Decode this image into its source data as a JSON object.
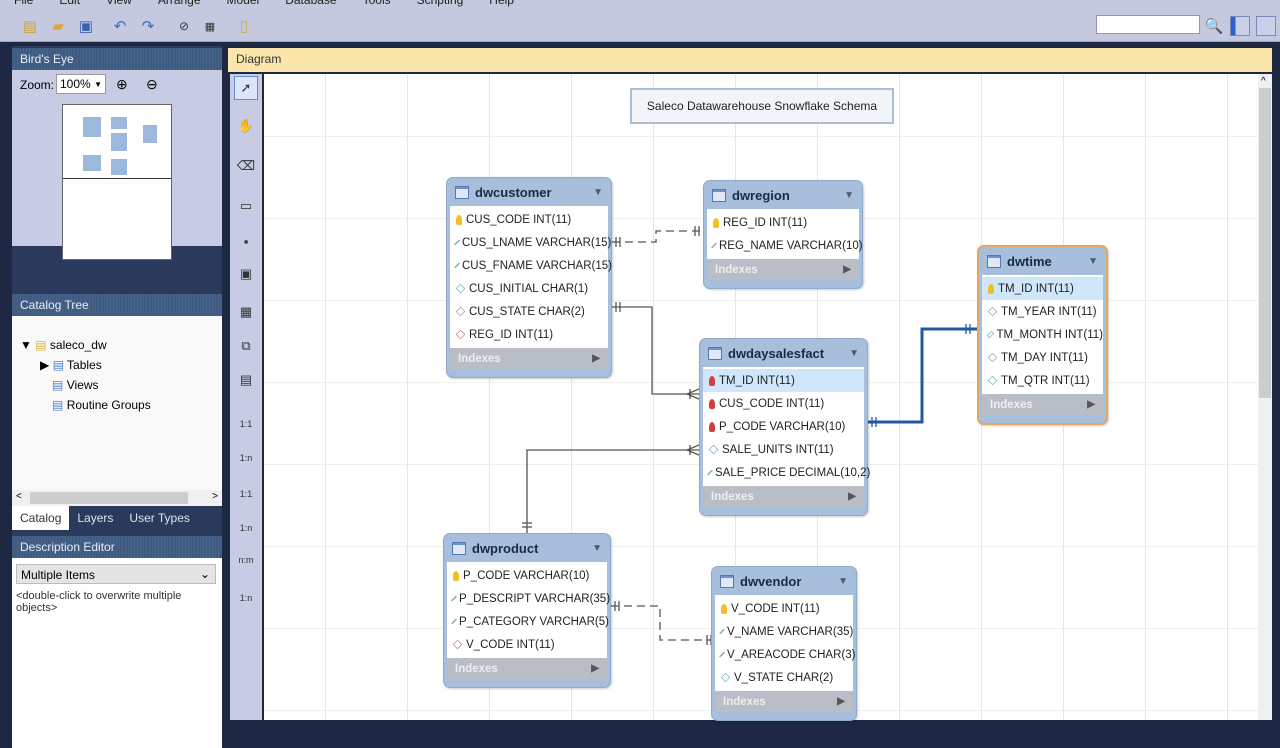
{
  "menu": [
    "File",
    "Edit",
    "View",
    "Arrange",
    "Model",
    "Database",
    "Tools",
    "Scripting",
    "Help"
  ],
  "toolbar": {
    "icons": [
      "new-document-icon",
      "open-folder-icon",
      "save-icon",
      "undo-icon",
      "redo-icon",
      "toggle-icon",
      "grid-icon",
      "new-diagram-icon"
    ],
    "search_value": ""
  },
  "birds_eye": {
    "title": "Bird's Eye",
    "zoom_label": "Zoom:",
    "zoom_value": "100%"
  },
  "catalog": {
    "title": "Catalog Tree",
    "schema": "saleco_dw",
    "items": [
      "Tables",
      "Views",
      "Routine Groups"
    ],
    "tabs": [
      "Catalog",
      "Layers",
      "User Types"
    ]
  },
  "description": {
    "title": "Description Editor",
    "select_value": "Multiple Items",
    "text": "<double-click to overwrite multiple objects>"
  },
  "diagram": {
    "title": "Diagram",
    "note": "Saleco Datawarehouse Snowflake Schema",
    "indexes_label": "Indexes"
  },
  "palette": [
    "1:1",
    "1:n",
    "1:1",
    "1:n",
    "n:m",
    "1:n"
  ],
  "tables": [
    {
      "name": "dwcustomer",
      "columns": [
        {
          "t": "CUS_CODE INT(11)",
          "k": "pk"
        },
        {
          "t": "CUS_LNAME VARCHAR(15)",
          "k": "column"
        },
        {
          "t": "CUS_FNAME VARCHAR(15)",
          "k": "column"
        },
        {
          "t": "CUS_INITIAL CHAR(1)",
          "k": "column"
        },
        {
          "t": "CUS_STATE CHAR(2)",
          "k": "column"
        },
        {
          "t": "REG_ID INT(11)",
          "k": "fk"
        }
      ]
    },
    {
      "name": "dwregion",
      "columns": [
        {
          "t": "REG_ID INT(11)",
          "k": "pk"
        },
        {
          "t": "REG_NAME VARCHAR(10)",
          "k": "column"
        }
      ]
    },
    {
      "name": "dwtime",
      "selected": true,
      "columns": [
        {
          "t": "TM_ID INT(11)",
          "k": "pk",
          "hl": true
        },
        {
          "t": "TM_YEAR INT(11)",
          "k": "column"
        },
        {
          "t": "TM_MONTH INT(11)",
          "k": "column"
        },
        {
          "t": "TM_DAY INT(11)",
          "k": "column"
        },
        {
          "t": "TM_QTR INT(11)",
          "k": "column"
        }
      ]
    },
    {
      "name": "dwdaysalesfact",
      "columns": [
        {
          "t": "TM_ID INT(11)",
          "k": "pkfk",
          "hl": true
        },
        {
          "t": "CUS_CODE INT(11)",
          "k": "pkfk"
        },
        {
          "t": "P_CODE VARCHAR(10)",
          "k": "pkfk"
        },
        {
          "t": "SALE_UNITS INT(11)",
          "k": "column"
        },
        {
          "t": "SALE_PRICE DECIMAL(10,2)",
          "k": "column"
        }
      ]
    },
    {
      "name": "dwproduct",
      "columns": [
        {
          "t": "P_CODE VARCHAR(10)",
          "k": "pk"
        },
        {
          "t": "P_DESCRIPT VARCHAR(35)",
          "k": "column"
        },
        {
          "t": "P_CATEGORY VARCHAR(5)",
          "k": "column"
        },
        {
          "t": "V_CODE INT(11)",
          "k": "fk"
        }
      ]
    },
    {
      "name": "dwvendor",
      "columns": [
        {
          "t": "V_CODE INT(11)",
          "k": "pk"
        },
        {
          "t": "V_NAME VARCHAR(35)",
          "k": "column"
        },
        {
          "t": "V_AREACODE CHAR(3)",
          "k": "column"
        },
        {
          "t": "V_STATE CHAR(2)",
          "k": "column"
        }
      ]
    }
  ]
}
